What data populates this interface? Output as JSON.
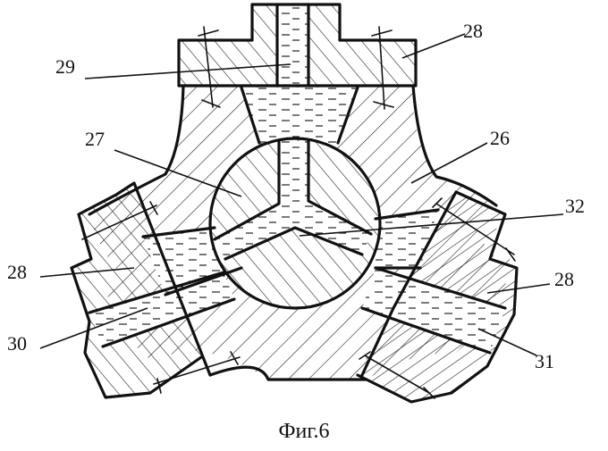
{
  "figure": {
    "caption": "Фиг.6",
    "labels": {
      "l26": "26",
      "l27": "27",
      "l28_top": "28",
      "l28_left": "28",
      "l28_right": "28",
      "l29": "29",
      "l30": "30",
      "l31": "31",
      "l32": "32"
    }
  }
}
